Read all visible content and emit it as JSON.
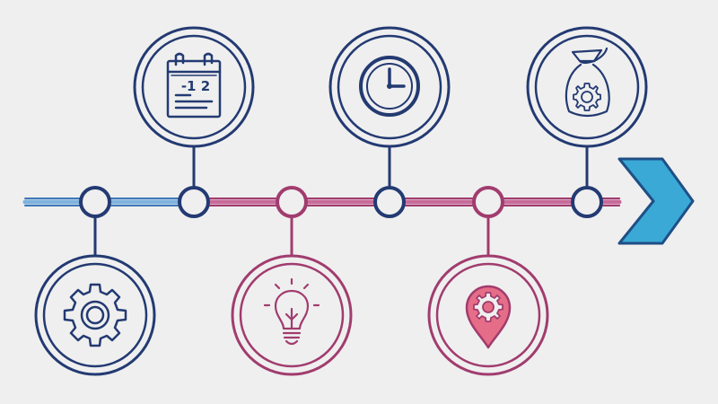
{
  "diagram": {
    "type": "timeline",
    "direction": "left-to-right",
    "colors": {
      "background": "#efefef",
      "navy": "#233a72",
      "magenta": "#a13c6e",
      "line_blue": "#4a8fc8",
      "line_pink": "#c76b9a",
      "arrow_fill": "#3aa9d6",
      "arrow_stroke": "#1f4f86",
      "pin_fill": "#e56d88"
    },
    "calendar_text": "-1 2",
    "steps": [
      {
        "name": "settings",
        "icon": "gear-icon",
        "placement": "below",
        "color": "navy"
      },
      {
        "name": "calendar",
        "icon": "calendar-icon",
        "placement": "above",
        "color": "navy"
      },
      {
        "name": "idea",
        "icon": "lightbulb-icon",
        "placement": "below",
        "color": "magenta"
      },
      {
        "name": "time",
        "icon": "clock-icon",
        "placement": "above",
        "color": "navy"
      },
      {
        "name": "location-settings",
        "icon": "map-pin-gear-icon",
        "placement": "below",
        "color": "magenta"
      },
      {
        "name": "money-bag",
        "icon": "money-bag-icon",
        "placement": "above",
        "color": "navy"
      }
    ]
  }
}
